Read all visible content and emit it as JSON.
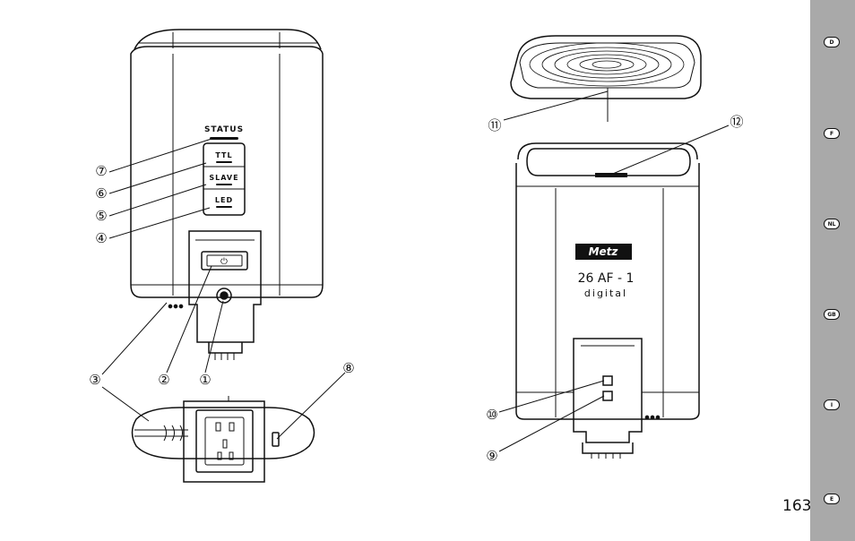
{
  "left_flash": {
    "status_label": "STATUS",
    "buttons": [
      "TTL",
      "SLAVE",
      "LED"
    ]
  },
  "right_flash": {
    "brand": "Metz",
    "model": "26 AF - 1",
    "variant": "digital"
  },
  "callouts": [
    "①",
    "②",
    "③",
    "④",
    "⑤",
    "⑥",
    "⑦",
    "⑧",
    "⑨",
    "⑩",
    "⑪",
    "⑫"
  ],
  "languages": [
    "D",
    "F",
    "NL",
    "GB",
    "I",
    "E"
  ],
  "page_number": "163",
  "power_symbol": "⏻"
}
